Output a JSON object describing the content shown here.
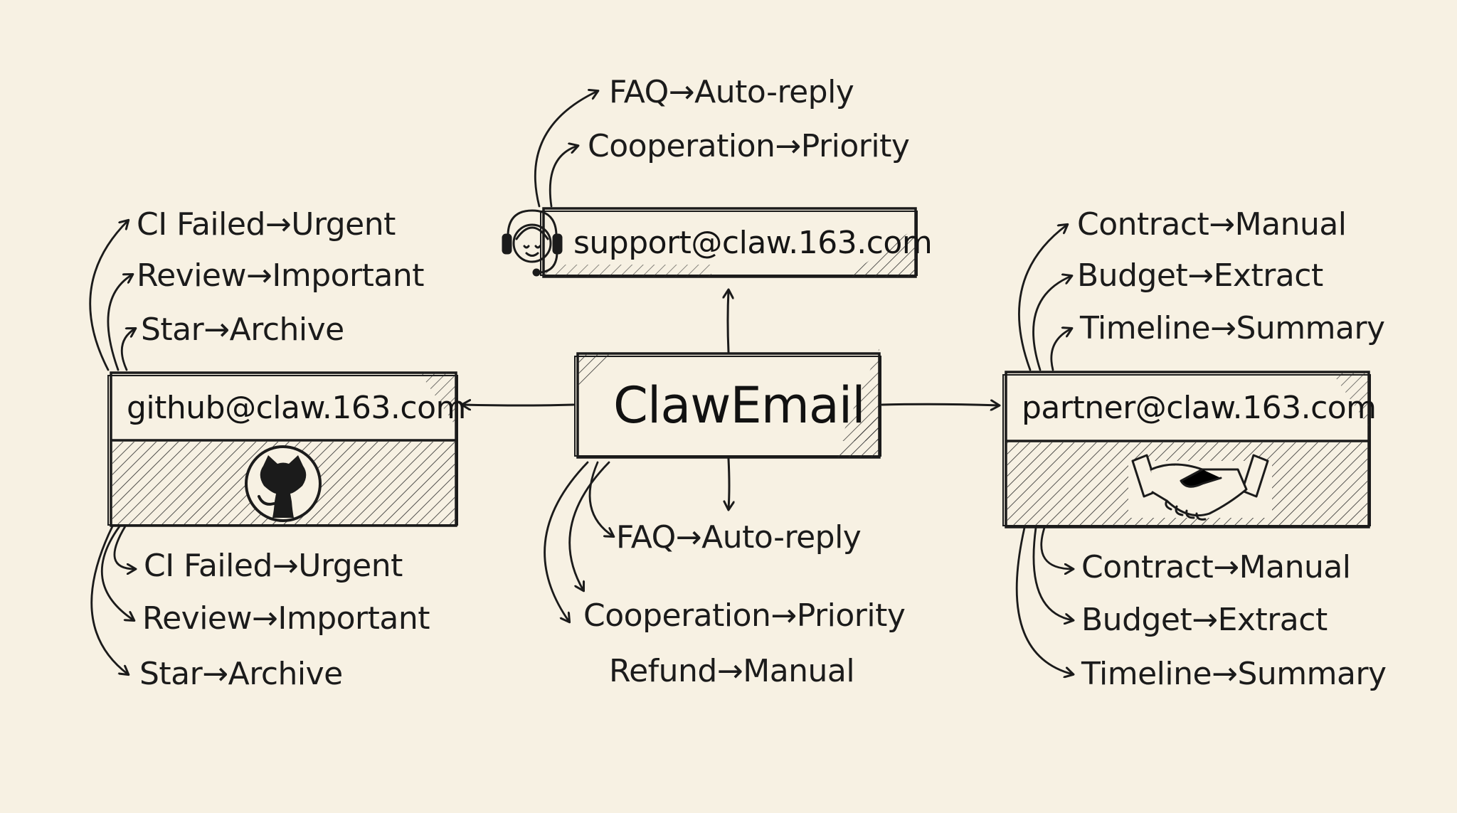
{
  "center": {
    "title": "ClawEmail"
  },
  "support": {
    "email": "support@claw.163.com",
    "icon": "support-agent-headset-icon",
    "rules_top": [
      "FAQ→Auto-reply",
      "Cooperation→Priority"
    ],
    "rules_bottom": [
      "FAQ→Auto-reply",
      "Cooperation→Priority",
      "Refund→Manual"
    ]
  },
  "github": {
    "email": "github@claw.163.com",
    "icon": "github-icon",
    "rules_top": [
      "CI Failed→Urgent",
      "Review→Important",
      "Star→Archive"
    ],
    "rules_bottom": [
      "CI Failed→Urgent",
      "Review→Important",
      "Star→Archive"
    ]
  },
  "partner": {
    "email": "partner@claw.163.com",
    "icon": "handshake-icon",
    "rules_top": [
      "Contract→Manual",
      "Budget→Extract",
      "Timeline→Summary"
    ],
    "rules_bottom": [
      "Contract→Manual",
      "Budget→Extract",
      "Timeline→Summary"
    ]
  },
  "colors": {
    "background": "#f7f1e3",
    "ink": "#1b1b1b"
  }
}
